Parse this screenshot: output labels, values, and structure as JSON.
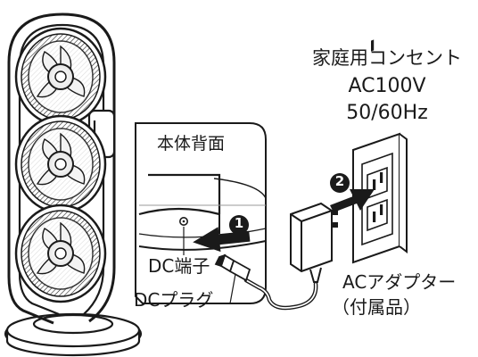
{
  "outlet": {
    "title": "家庭用コンセント",
    "voltage": "AC100V",
    "frequency": "50/60Hz"
  },
  "inset": {
    "title": "本体背面"
  },
  "steps": [
    {
      "number": "1"
    },
    {
      "number": "2"
    }
  ],
  "parts": {
    "dc_jack": "DC端子",
    "dc_plug": "DCプラグ",
    "adapter": "ACアダプター",
    "adapter_note": "（付属品）"
  },
  "icons": [
    "fan-tower",
    "fan-blade-icon",
    "dc-jack-icon",
    "arrow-icon",
    "step-badge-icon",
    "wall-outlet-icon",
    "ac-adapter-icon",
    "power-cable",
    "dc-plug-icon"
  ]
}
